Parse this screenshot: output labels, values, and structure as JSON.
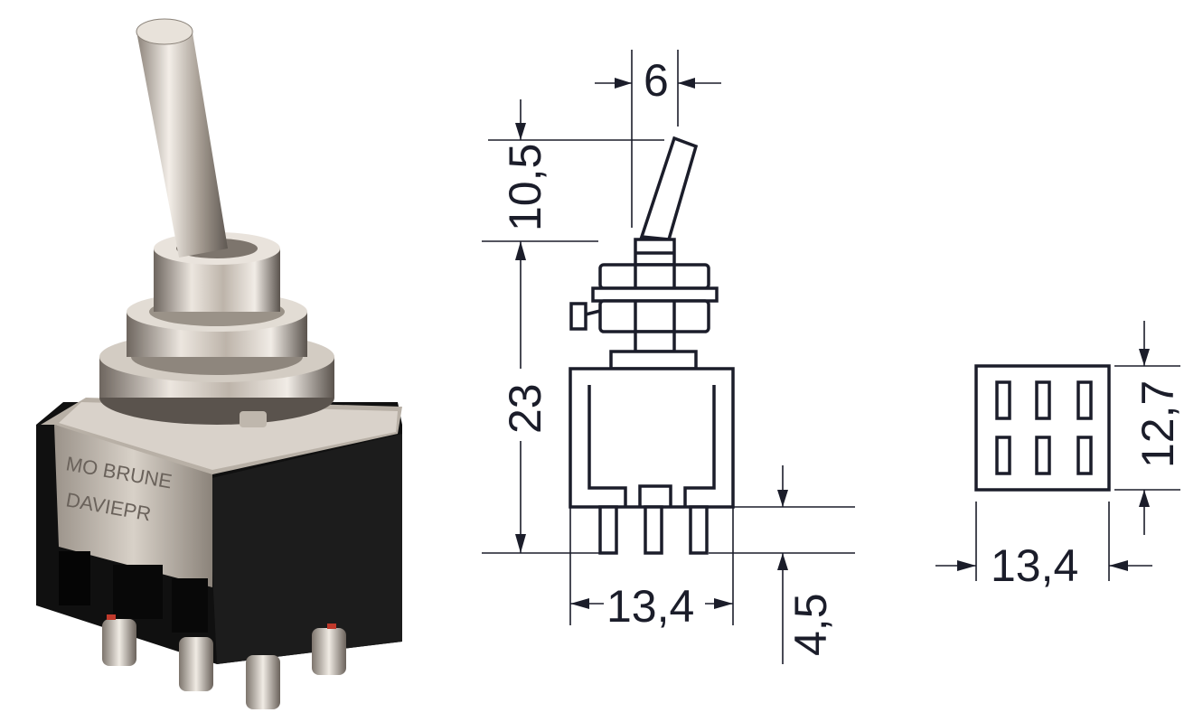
{
  "product": {
    "image": "toggle-switch-photo",
    "housing_marking_line1": "MO BRUNE",
    "housing_marking_line2": "DAVIEPR"
  },
  "dimensions": {
    "toggle_width": "6",
    "toggle_height": "10,5",
    "body_height": "23",
    "pin_length": "4,5",
    "body_width": "13,4",
    "footprint_height": "12,7",
    "footprint_width": "13,4"
  },
  "colors": {
    "ink": "#1b1d2a",
    "housing": "#0e0e0e",
    "metal_light": "#e6e0d8",
    "metal_dark": "#6d655e"
  }
}
